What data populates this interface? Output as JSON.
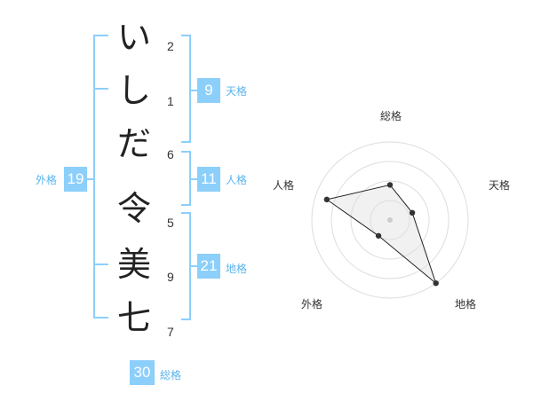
{
  "name_chars": [
    {
      "char": "い",
      "strokes": "2"
    },
    {
      "char": "し",
      "strokes": "1"
    },
    {
      "char": "だ",
      "strokes": "6"
    },
    {
      "char": "令",
      "strokes": "5"
    },
    {
      "char": "美",
      "strokes": "9"
    },
    {
      "char": "七",
      "strokes": "7"
    }
  ],
  "fortune": {
    "tenkaku": {
      "value": "9",
      "label": "天格"
    },
    "jinkaku": {
      "value": "11",
      "label": "人格"
    },
    "chikaku": {
      "value": "21",
      "label": "地格"
    },
    "gaikaku": {
      "value": "19",
      "label": "外格"
    },
    "soukaku": {
      "value": "30",
      "label": "総格"
    }
  },
  "colors": {
    "accent": "#8ccffb",
    "label": "#5ab4ec",
    "bracket": "#8ccffb"
  },
  "chart_data": {
    "type": "radar",
    "axes": [
      "総格",
      "天格",
      "地格",
      "外格",
      "人格"
    ],
    "values": [
      0.45,
      0.3,
      1.0,
      0.25,
      0.85
    ],
    "rings": 4,
    "range": [
      0,
      1
    ]
  }
}
